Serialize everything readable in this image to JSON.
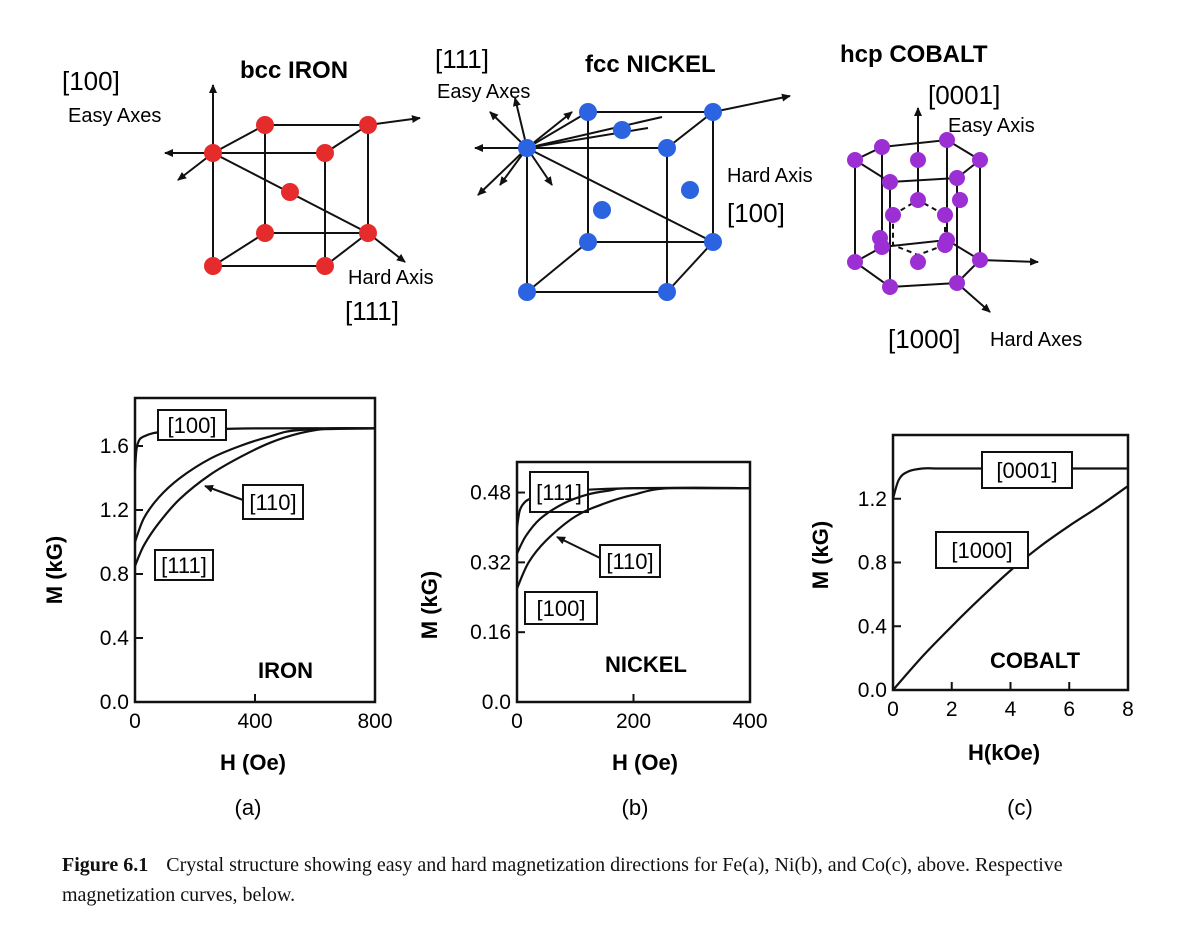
{
  "crystals": {
    "bcc": {
      "title": "bcc IRON",
      "easy_dir": "[100]",
      "easy_label": "Easy Axes",
      "hard_label": "Hard Axis",
      "hard_dir": "[111]",
      "atom_color": "#e52b2b"
    },
    "fcc": {
      "title": "fcc NICKEL",
      "easy_dir": "[111]",
      "easy_label": "Easy Axes",
      "hard_label": "Hard Axis",
      "hard_dir": "[100]",
      "atom_color": "#2b63e0"
    },
    "hcp": {
      "title": "hcp COBALT",
      "easy_dir": "[0001]",
      "easy_label": "Easy Axis",
      "hard_dir": "[1000]",
      "hard_label": "Hard Axes",
      "atom_color": "#9b2fd4"
    }
  },
  "chart_data": [
    {
      "type": "line",
      "panel": "(a)",
      "name": "IRON",
      "xlabel": "H (Oe)",
      "ylabel": "M (kG)",
      "xlim": [
        0,
        800
      ],
      "ylim": [
        0,
        1.9
      ],
      "xticks": [
        0,
        400,
        800
      ],
      "yticks": [
        0.0,
        0.4,
        0.8,
        1.2,
        1.6
      ],
      "ytick_labels": [
        "0.0",
        "0.4",
        "0.8",
        "1.2",
        "1.6"
      ],
      "legend_position": "bottom-right",
      "series": [
        {
          "name": "[100]",
          "x": [
            0,
            5,
            15,
            30,
            60,
            100,
            200,
            400,
            800
          ],
          "y": [
            1.45,
            1.58,
            1.64,
            1.66,
            1.68,
            1.69,
            1.7,
            1.71,
            1.71
          ]
        },
        {
          "name": "[110]",
          "x": [
            0,
            30,
            80,
            150,
            250,
            350,
            450,
            550,
            800
          ],
          "y": [
            1.0,
            1.15,
            1.28,
            1.4,
            1.52,
            1.6,
            1.66,
            1.7,
            1.71
          ]
        },
        {
          "name": "[111]",
          "x": [
            0,
            30,
            80,
            150,
            250,
            350,
            450,
            550,
            650,
            800
          ],
          "y": [
            0.85,
            0.98,
            1.12,
            1.27,
            1.42,
            1.53,
            1.62,
            1.68,
            1.71,
            1.71
          ]
        }
      ]
    },
    {
      "type": "line",
      "panel": "(b)",
      "name": "NICKEL",
      "xlabel": "H (Oe)",
      "ylabel": "M (kG)",
      "xlim": [
        0,
        400
      ],
      "ylim": [
        0,
        0.55
      ],
      "xticks": [
        0,
        200,
        400
      ],
      "yticks": [
        0.0,
        0.16,
        0.32,
        0.48
      ],
      "ytick_labels": [
        "0.0",
        "0.16",
        "0.32",
        "0.48"
      ],
      "legend_position": "bottom-right",
      "series": [
        {
          "name": "[111]",
          "x": [
            0,
            5,
            15,
            30,
            60,
            100,
            200,
            400
          ],
          "y": [
            0.4,
            0.44,
            0.46,
            0.47,
            0.48,
            0.485,
            0.49,
            0.49
          ]
        },
        {
          "name": "[110]",
          "x": [
            0,
            15,
            40,
            80,
            120,
            160,
            200,
            400
          ],
          "y": [
            0.34,
            0.38,
            0.42,
            0.455,
            0.475,
            0.485,
            0.49,
            0.49
          ]
        },
        {
          "name": "[100]",
          "x": [
            0,
            20,
            50,
            100,
            150,
            200,
            260,
            400
          ],
          "y": [
            0.26,
            0.32,
            0.37,
            0.425,
            0.455,
            0.475,
            0.49,
            0.49
          ]
        }
      ]
    },
    {
      "type": "line",
      "panel": "(c)",
      "name": "COBALT",
      "xlabel": "H(kOe)",
      "ylabel": "M (kG)",
      "xlim": [
        0,
        8
      ],
      "ylim": [
        0,
        1.6
      ],
      "xticks": [
        0,
        2,
        4,
        6,
        8
      ],
      "yticks": [
        0.0,
        0.4,
        0.8,
        1.2
      ],
      "ytick_labels": [
        "0.0",
        "0.4",
        "0.8",
        "1.2"
      ],
      "legend_position": "bottom-right",
      "series": [
        {
          "name": "[0001]",
          "x": [
            0,
            0.2,
            0.5,
            1.0,
            1.5,
            2,
            4,
            8
          ],
          "y": [
            1.2,
            1.32,
            1.37,
            1.39,
            1.39,
            1.39,
            1.39,
            1.39
          ]
        },
        {
          "name": "[1000]",
          "x": [
            0,
            1,
            2,
            3,
            4,
            5,
            6,
            7,
            8
          ],
          "y": [
            0.0,
            0.21,
            0.4,
            0.58,
            0.75,
            0.9,
            1.03,
            1.15,
            1.28
          ]
        }
      ]
    }
  ],
  "panel_labels": [
    "(a)",
    "(b)",
    "(c)"
  ],
  "caption": {
    "label": "Figure 6.1",
    "text": "Crystal structure showing easy and hard magnetization directions for Fe(a), Ni(b), and Co(c), above. Respective magnetization curves, below."
  }
}
